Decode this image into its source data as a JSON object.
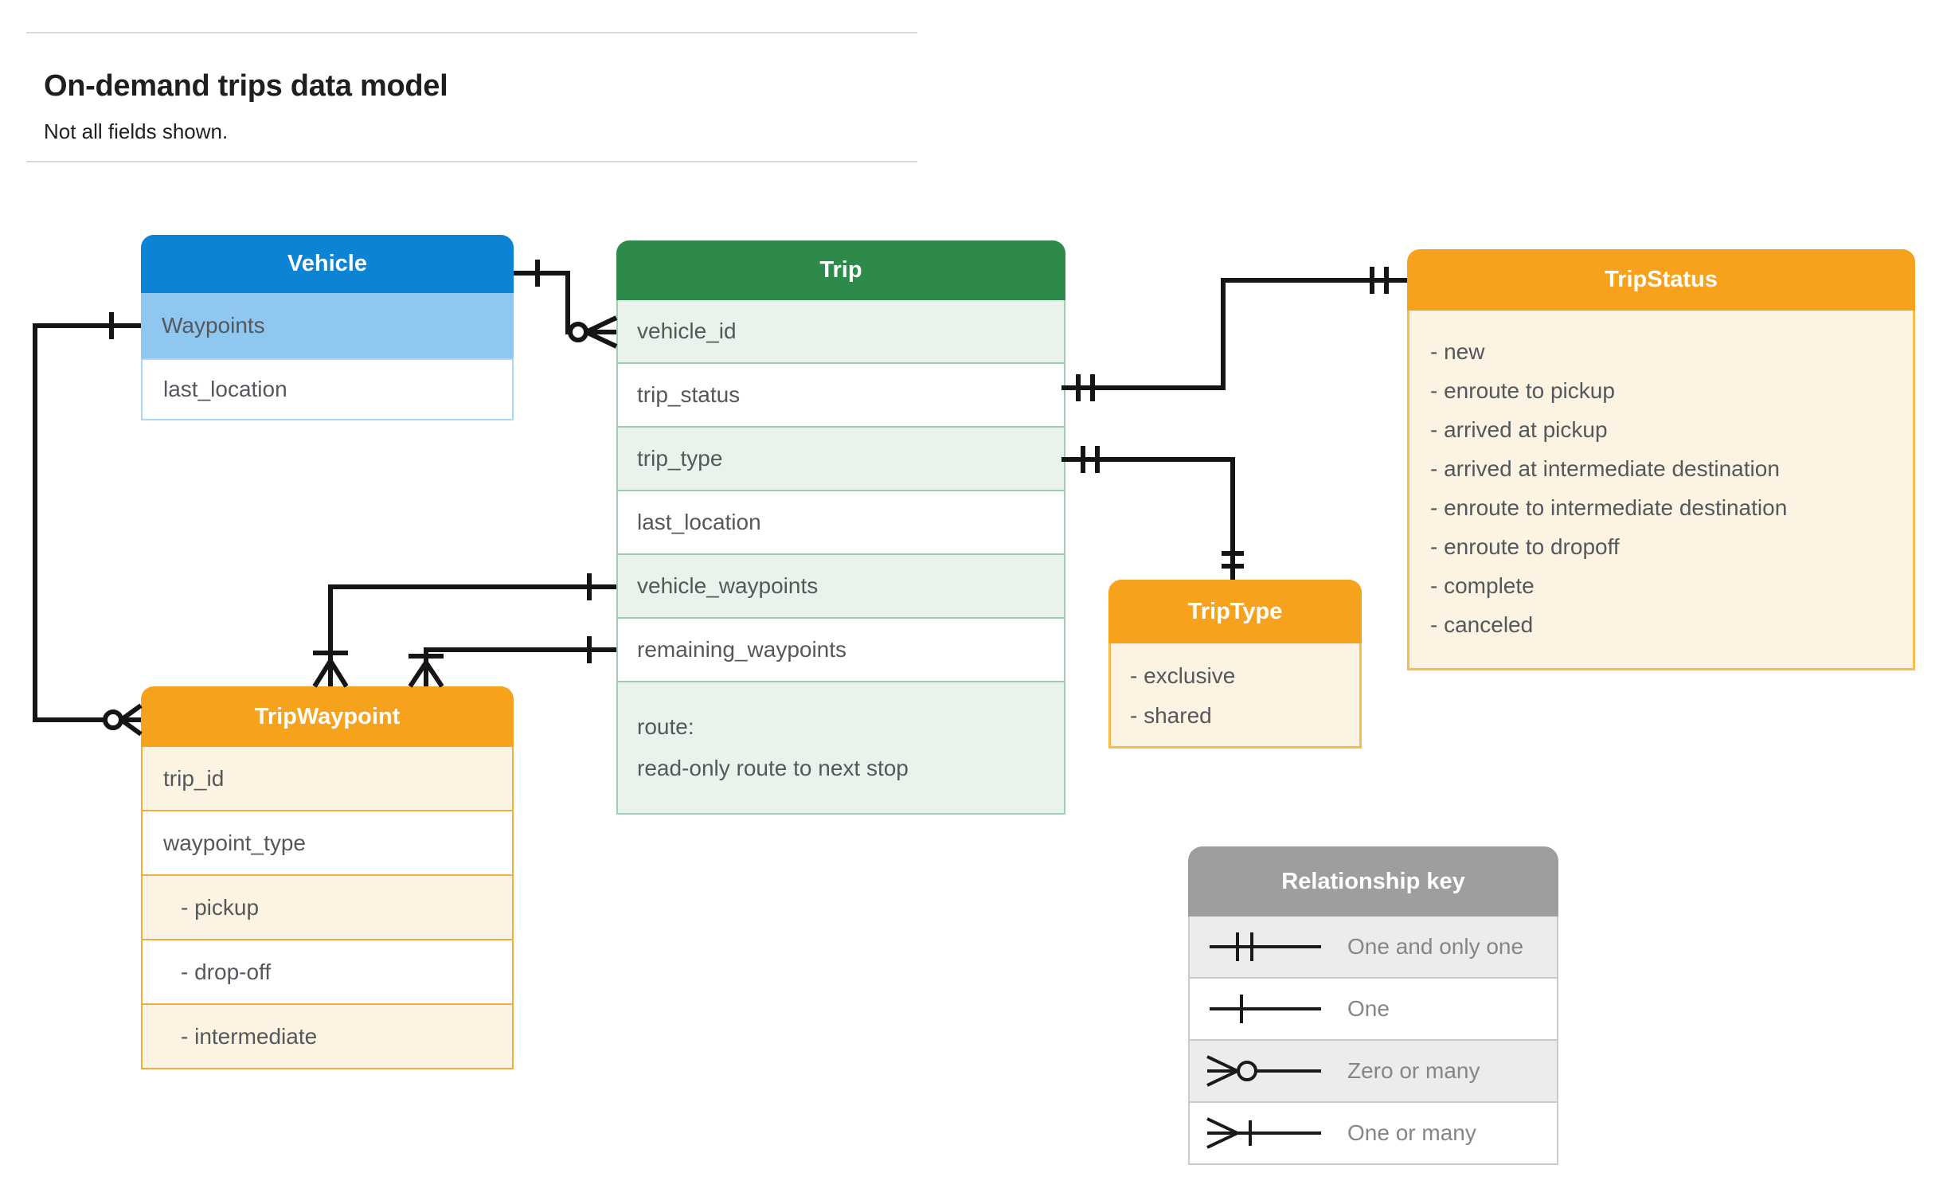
{
  "page": {
    "title": "On-demand trips data model",
    "subtitle": "Not all fields shown."
  },
  "entities": {
    "vehicle": {
      "title": "Vehicle",
      "fields": [
        "Waypoints",
        "last_location"
      ]
    },
    "trip": {
      "title": "Trip",
      "fields": [
        "vehicle_id",
        "trip_status",
        "trip_type",
        "last_location",
        "vehicle_waypoints",
        "remaining_waypoints"
      ],
      "route": {
        "label": "route:",
        "description": "read-only route to next stop"
      }
    },
    "tripStatus": {
      "title": "TripStatus",
      "values": [
        "- new",
        "- enroute to pickup",
        "- arrived at pickup",
        "- arrived at intermediate destination",
        "- enroute to intermediate destination",
        "- enroute to dropoff",
        "- complete",
        "- canceled"
      ]
    },
    "tripType": {
      "title": "TripType",
      "values": [
        "- exclusive",
        "- shared"
      ]
    },
    "tripWaypoint": {
      "title": "TripWaypoint",
      "fields": [
        "trip_id",
        "waypoint_type"
      ],
      "values": [
        "- pickup",
        "- drop-off",
        "- intermediate"
      ]
    }
  },
  "legend": {
    "title": "Relationship key",
    "items": [
      {
        "symbol": "one-and-only-one",
        "label": "One and only one"
      },
      {
        "symbol": "one",
        "label": "One"
      },
      {
        "symbol": "zero-or-many",
        "label": "Zero or many"
      },
      {
        "symbol": "one-or-many",
        "label": "One or many"
      }
    ]
  },
  "colors": {
    "vehicle_header": "#0d83d3",
    "vehicle_row_highlight": "#90c7f0",
    "trip_header": "#2e8a4b",
    "trip_row_tint": "#e9f2eb",
    "enum_header": "#f7a21c",
    "enum_body": "#fdf3e2",
    "enum_border": "#f6bc4e",
    "legend_header": "#9e9e9e",
    "connector_line": "#151515"
  }
}
